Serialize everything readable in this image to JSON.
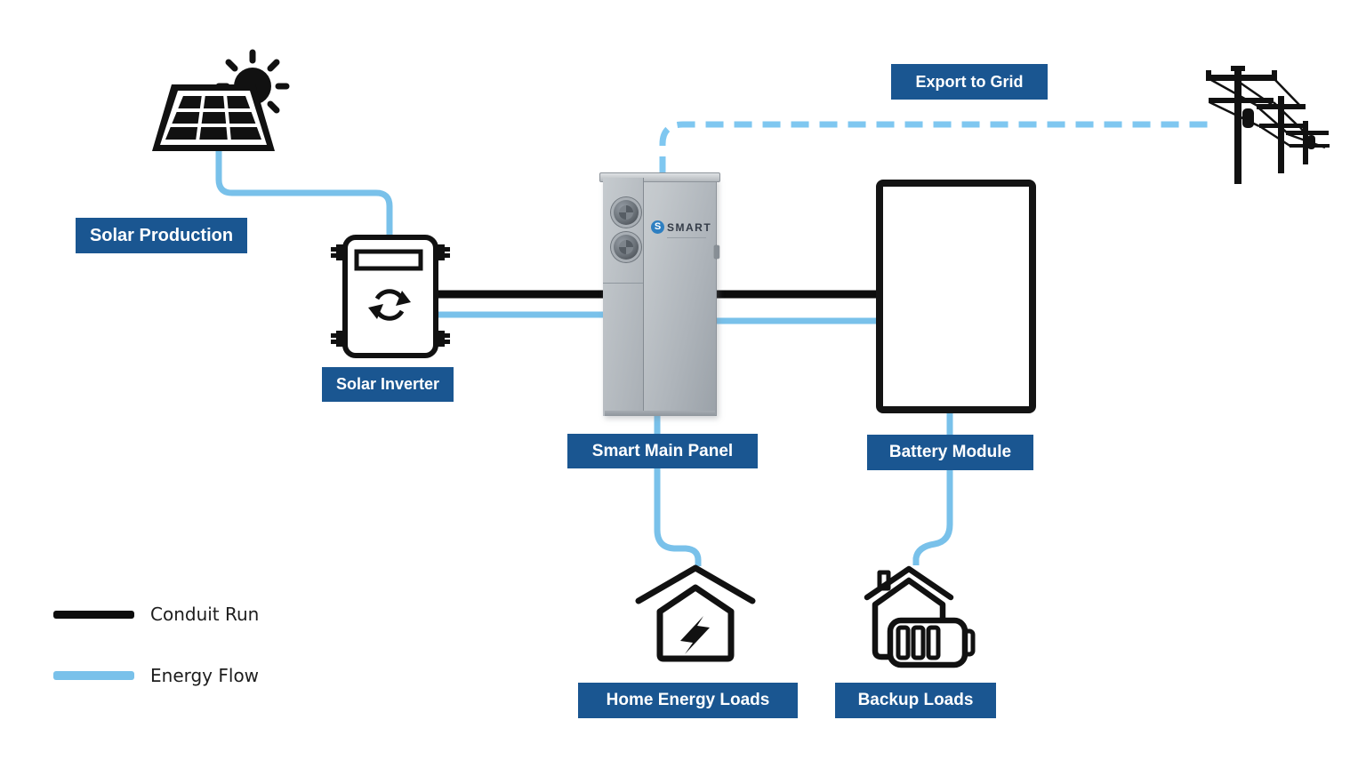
{
  "diagram": {
    "type": "solar-home-energy-system-diagram",
    "labels": {
      "solar_production": "Solar Production",
      "solar_inverter": "Solar Inverter",
      "export_to_grid": "Export to Grid",
      "smart_main_panel": "Smart Main Panel",
      "battery_module": "Battery Module",
      "home_energy_loads": "Home Energy Loads",
      "backup_loads": "Backup Loads"
    },
    "panel": {
      "logo": "SMART",
      "logo_badge": "S"
    },
    "legend": {
      "items": [
        {
          "label": "Conduit Run",
          "color": "#0d0d0d"
        },
        {
          "label": "Energy Flow",
          "color": "#79c1ea"
        }
      ]
    },
    "colors": {
      "label_background": "#1a5691",
      "label_text": "#ffffff",
      "energy_flow_blue": "#79c1ea",
      "export_dashed_blue": "#7fc7f0",
      "conduit_black": "#0d0d0d"
    },
    "components": [
      "solar-panel",
      "solar-inverter",
      "smart-main-panel",
      "battery-module",
      "utility-grid",
      "home-energy-loads",
      "backup-loads"
    ],
    "connections": [
      {
        "from": "solar-panel",
        "to": "solar-inverter",
        "type": "energy-flow"
      },
      {
        "from": "solar-inverter",
        "to": "smart-main-panel",
        "type": "conduit-run"
      },
      {
        "from": "solar-inverter",
        "to": "smart-main-panel",
        "type": "energy-flow"
      },
      {
        "from": "smart-main-panel",
        "to": "battery-module",
        "type": "conduit-run"
      },
      {
        "from": "smart-main-panel",
        "to": "battery-module",
        "type": "energy-flow"
      },
      {
        "from": "smart-main-panel",
        "to": "utility-grid",
        "type": "energy-flow-dashed",
        "label": "Export to Grid"
      },
      {
        "from": "smart-main-panel",
        "to": "home-energy-loads",
        "type": "energy-flow"
      },
      {
        "from": "battery-module",
        "to": "backup-loads",
        "type": "energy-flow"
      }
    ]
  }
}
